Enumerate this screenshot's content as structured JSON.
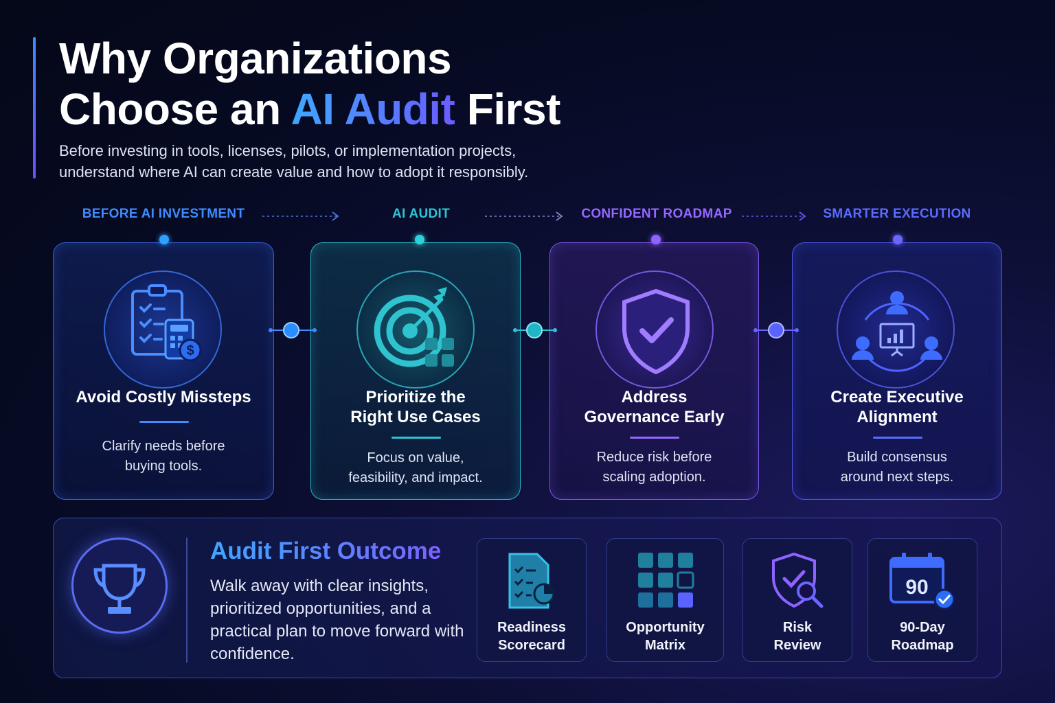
{
  "header": {
    "title_line1": "Why Organizations",
    "title_line2_prefix": "Choose an",
    "title_highlight": "AI Audit",
    "title_line2_suffix": "First",
    "subtitle_line1": "Before investing in tools, licenses, pilots, or implementation projects,",
    "subtitle_line2": "understand where AI can create value and how to adopt it responsibly."
  },
  "stages": [
    {
      "label": "BEFORE AI INVESTMENT",
      "color": "#3f8cff"
    },
    {
      "label": "AI AUDIT",
      "color": "#30c3d3"
    },
    {
      "label": "CONFIDENT ROADMAP",
      "color": "#9468ff"
    },
    {
      "label": "SMARTER EXECUTION",
      "color": "#5a6cff"
    }
  ],
  "cards": [
    {
      "title_line1": "Avoid Costly Missteps",
      "title_line2": "",
      "desc_line1": "Clarify needs before",
      "desc_line2": "buying tools.",
      "icon": "clipboard-calculator-icon"
    },
    {
      "title_line1": "Prioritize the",
      "title_line2": "Right Use Cases",
      "desc_line1": "Focus on value,",
      "desc_line2": "feasibility, and impact.",
      "icon": "target-grid-icon"
    },
    {
      "title_line1": "Address",
      "title_line2": "Governance Early",
      "desc_line1": "Reduce risk before",
      "desc_line2": "scaling adoption.",
      "icon": "shield-check-icon"
    },
    {
      "title_line1": "Create Executive",
      "title_line2": "Alignment",
      "desc_line1": "Build consensus",
      "desc_line2": "around next steps.",
      "icon": "team-presentation-icon"
    }
  ],
  "outcome": {
    "title": "Audit First Outcome",
    "text": "Walk away with clear insights, prioritized opportunities, and a practical plan to move forward with confidence.",
    "icon": "trophy-icon",
    "deliverables": [
      {
        "label_line1": "Readiness",
        "label_line2": "Scorecard",
        "icon": "scorecard-document-icon"
      },
      {
        "label_line1": "Opportunity",
        "label_line2": "Matrix",
        "icon": "grid-matrix-icon"
      },
      {
        "label_line1": "Risk",
        "label_line2": "Review",
        "icon": "shield-magnifier-icon"
      },
      {
        "label_line1": "90-Day",
        "label_line2": "Roadmap",
        "icon": "calendar-check-icon",
        "badge": "90"
      }
    ]
  },
  "colors": {
    "blue": "#3f8cff",
    "teal": "#30c3d3",
    "purple": "#9468ff",
    "indigo": "#5a6cff"
  }
}
